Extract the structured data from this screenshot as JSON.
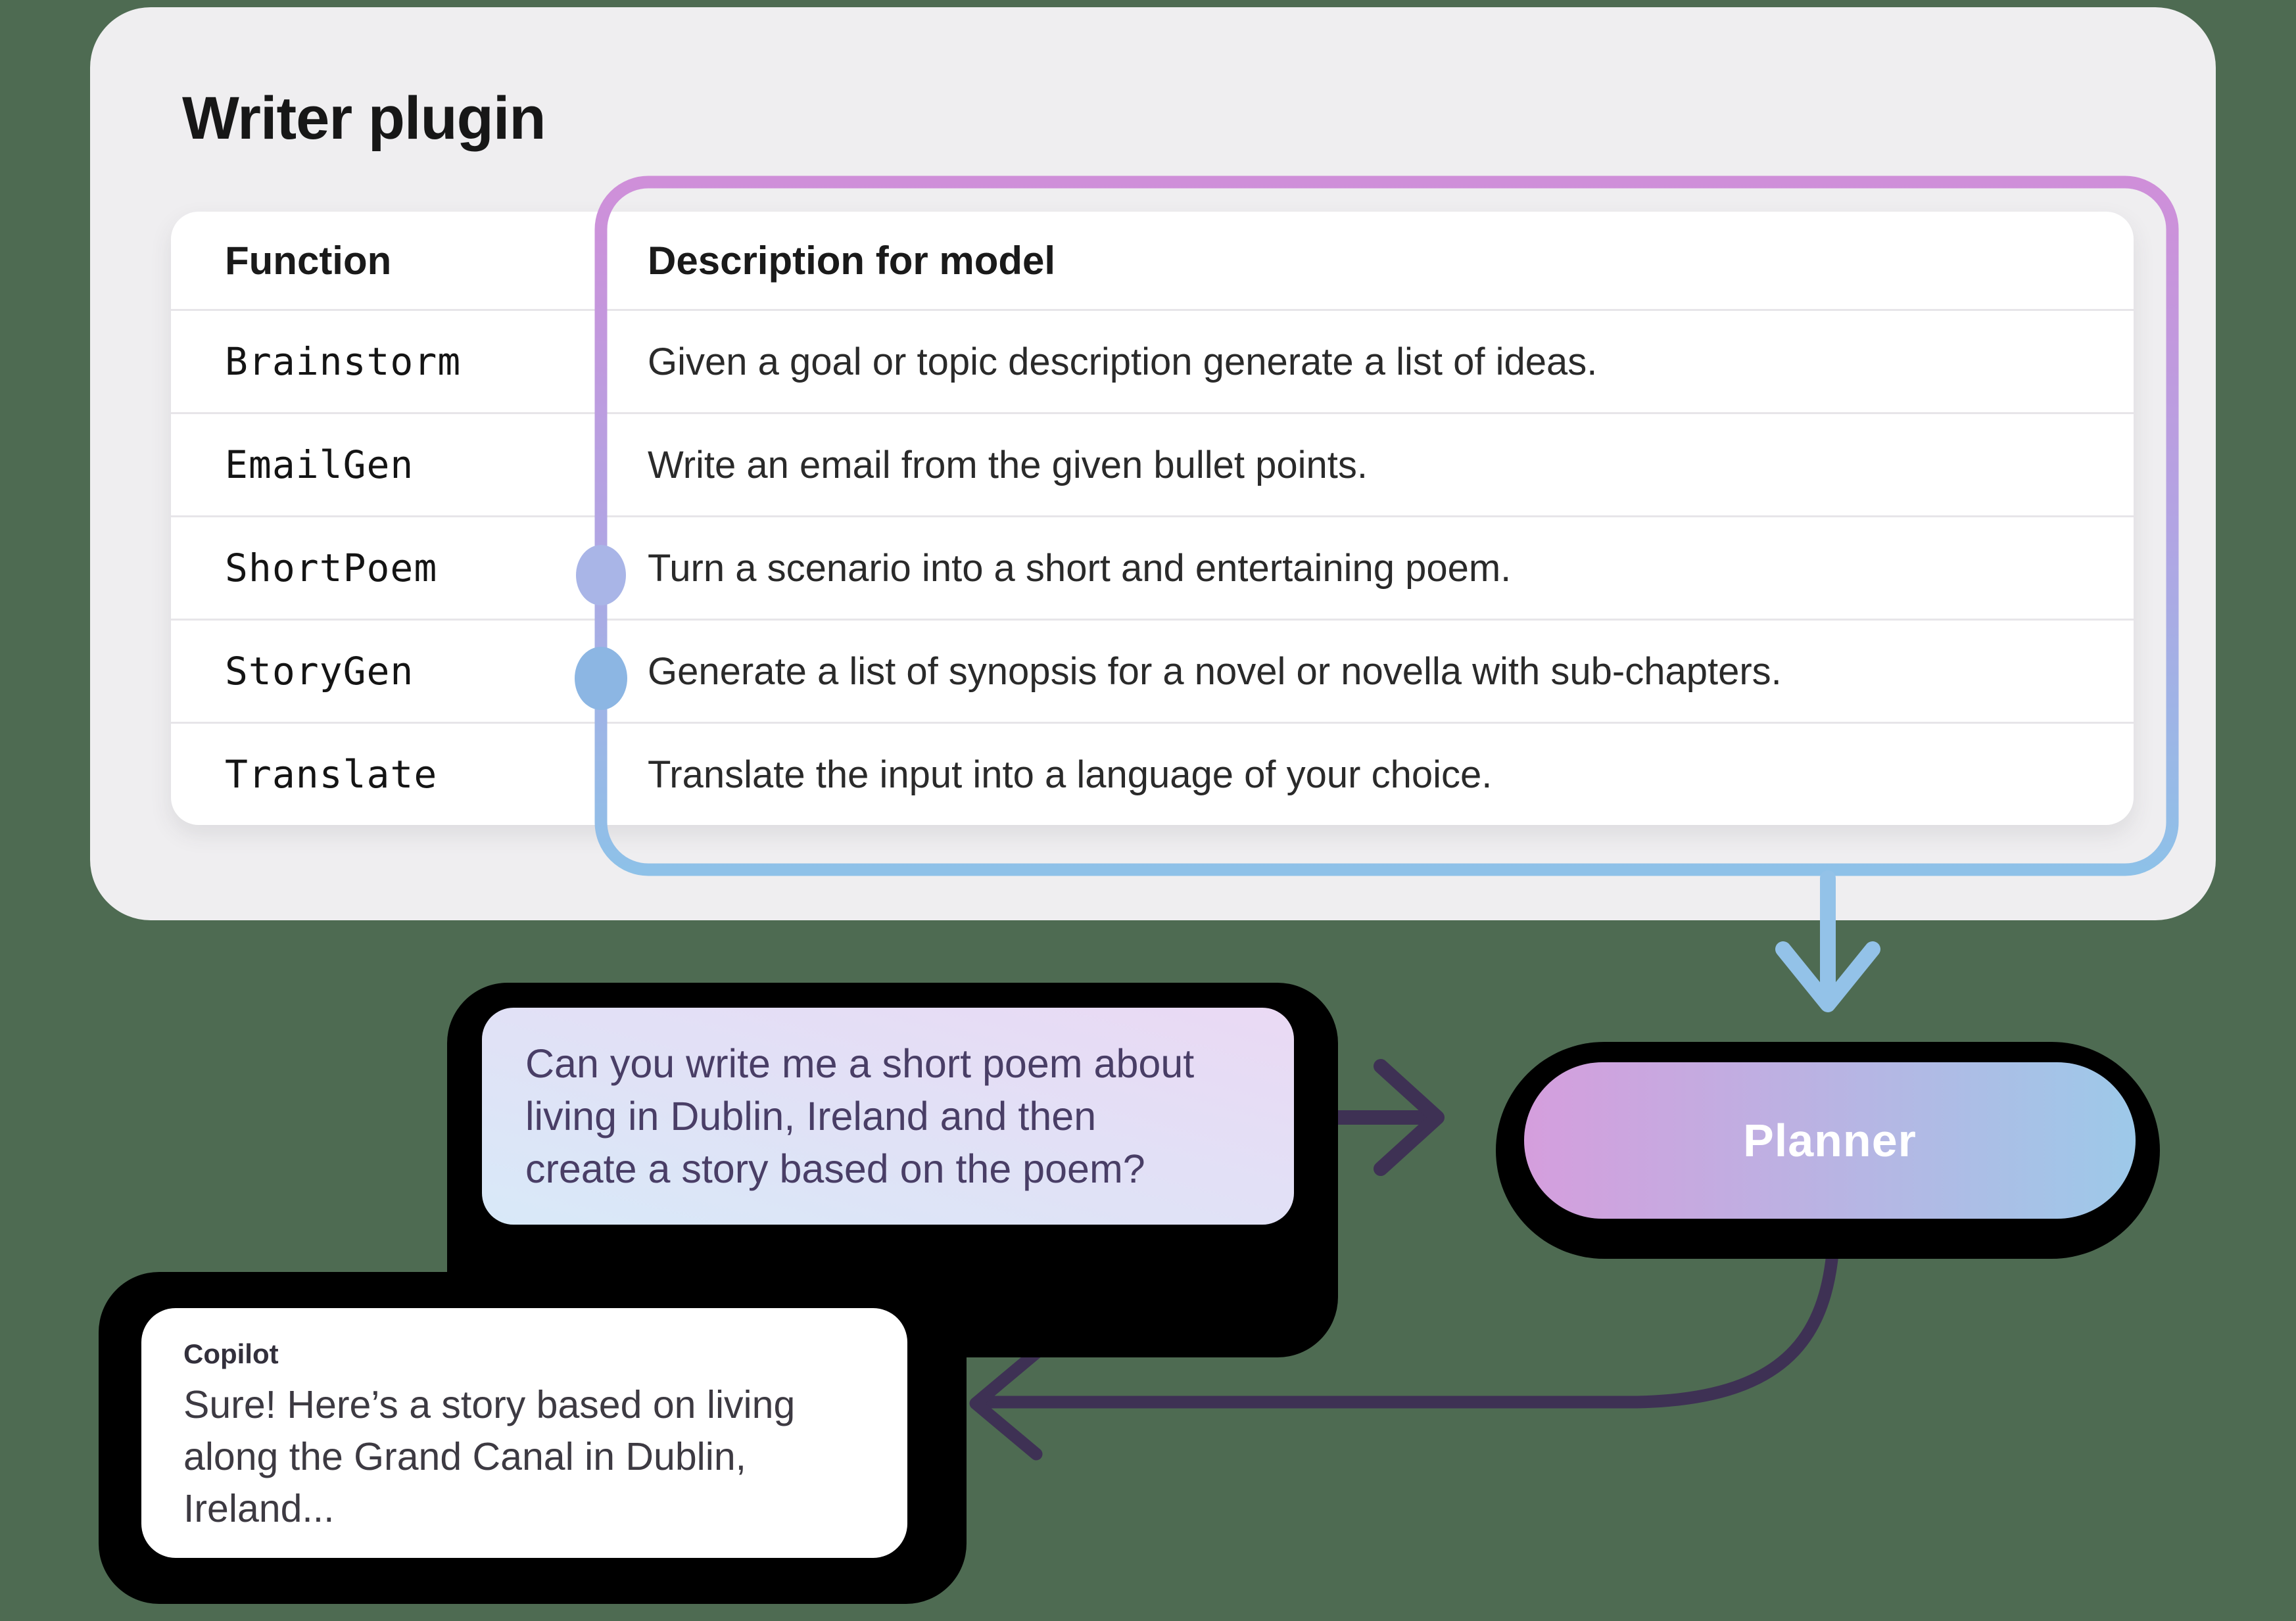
{
  "title": "Writer plugin",
  "table": {
    "headers": {
      "function": "Function",
      "description": "Description for model"
    },
    "rows": [
      {
        "function": "Brainstorm",
        "description": "Given a goal or topic description generate a list of ideas.",
        "connector_dot": false
      },
      {
        "function": "EmailGen",
        "description": "Write an email from the given bullet points.",
        "connector_dot": false
      },
      {
        "function": "ShortPoem",
        "description": "Turn a scenario into a short and entertaining poem.",
        "connector_dot": true
      },
      {
        "function": "StoryGen",
        "description": "Generate a list of synopsis for a novel or novella with sub-chapters.",
        "connector_dot": true
      },
      {
        "function": "Translate",
        "description": "Translate the input into a language of your choice.",
        "connector_dot": false
      }
    ]
  },
  "user_bubble": {
    "lines": [
      "Can you write me a short poem about",
      "living in Dublin, Ireland and then",
      "create a story based on the poem?"
    ]
  },
  "planner": {
    "label": "Planner"
  },
  "copilot_bubble": {
    "sender": "Copilot",
    "lines": [
      "Sure! Here’s a story based on living",
      "along the Grand Canal in Dublin,",
      "Ireland..."
    ]
  },
  "colors": {
    "bg": "#4e6b52",
    "card": "#efeef0",
    "table-bg": "#ffffff",
    "row-line": "#e7e5e9",
    "border-top": "#cf8fd9",
    "border-mid": "#b2a4e3",
    "border-bottom": "#8ec1e8",
    "dot-shortpoem": "#a9b5e7",
    "dot-storygen": "#8cb6e3",
    "arrow-blue": "#93c2e8",
    "arrow-dark": "#3e3154",
    "user-bubble-from": "#d8e9f8",
    "user-bubble-to": "#ead9f4",
    "user-bubble-text": "#493e66",
    "pill-from": "#d59edd",
    "pill-to": "#9dc9e9",
    "shadow": "#000000"
  }
}
